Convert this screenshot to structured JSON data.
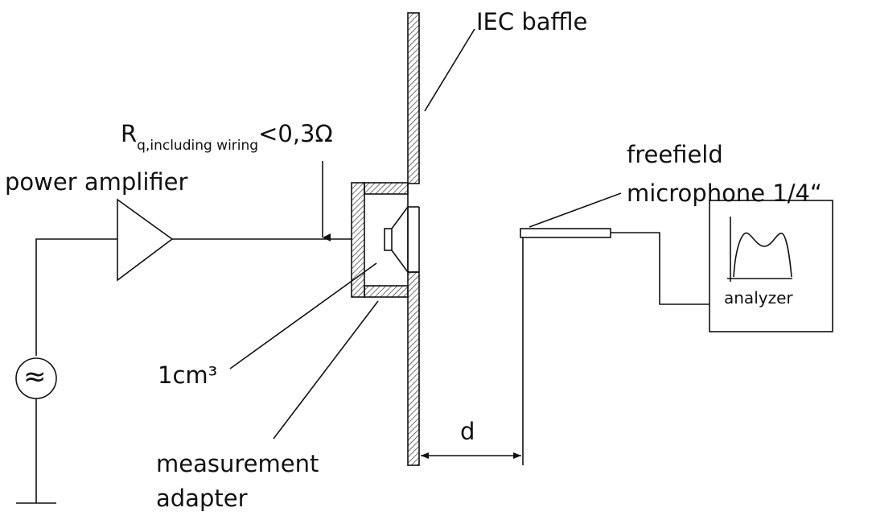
{
  "labels": {
    "iec_baffle": "IEC baffle",
    "rq_symbol": "R",
    "rq_subscript": "q,including wiring",
    "rq_value": "<0,3Ω",
    "power_amplifier": "power amplifier",
    "freefield_line1": "freefield",
    "freefield_line2": "microphone 1/4“",
    "analyzer": "analyzer",
    "volume": "1cm³",
    "adapter_line1": "measurement",
    "adapter_line2": "adapter",
    "distance": "d",
    "source_symbol": "≈"
  },
  "colors": {
    "stroke": "#111111",
    "background": "#ffffff"
  }
}
